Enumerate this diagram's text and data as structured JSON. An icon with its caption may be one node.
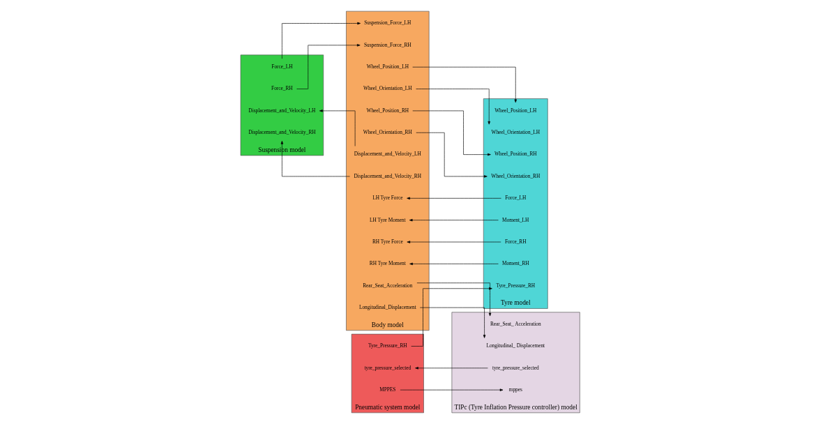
{
  "diagram": {
    "nodes": [
      {
        "text": [
          "Suspension model"
        ]
      },
      {
        "text": [
          "Force_LH"
        ],
        "in": 0
      },
      {
        "text": [
          "Force_RH"
        ],
        "in": 0
      },
      {
        "text": [
          "Displacement_and_Velocity_LH"
        ],
        "in": 0
      },
      {
        "text": [
          "Displacement_and_Velocity_RH"
        ],
        "in": 0
      },
      {
        "text": [
          "Body model"
        ]
      },
      {
        "text": [
          "Suspension_Force_LH"
        ],
        "in": 5
      },
      {
        "text": [
          "Suspension_Force_RH"
        ],
        "in": 5
      },
      {
        "text": [
          "LH Tyre Force"
        ],
        "in": 5
      },
      {
        "text": [
          "LH Tyre Moment"
        ],
        "in": 5
      },
      {
        "text": [
          "RH Tyre Force"
        ],
        "in": 5
      },
      {
        "text": [
          "RH Tyre Moment"
        ],
        "in": 5
      },
      {
        "text": [
          "Displacement_and_Velocity_LH"
        ],
        "in": 5
      },
      {
        "text": [
          "Displacement_and_Velocity_RH"
        ],
        "in": 5
      },
      {
        "text": [
          "Wheel_Position_LH"
        ],
        "in": 5
      },
      {
        "text": [
          "Wheel_Orientation_LH"
        ],
        "in": 5
      },
      {
        "text": [
          "Wheel_Position_RH"
        ],
        "in": 5
      },
      {
        "text": [
          "Wheel_Orientation_RH"
        ],
        "in": 5
      },
      {
        "text": [
          "Rear_Seat_Acceleration"
        ],
        "in": 5
      },
      {
        "text": [
          "Longitudinal_Displacement"
        ],
        "in": 5
      },
      {
        "text": [
          "Tyre model"
        ]
      },
      {
        "text": [
          "Wheel_Position_LH"
        ],
        "in": 20
      },
      {
        "text": [
          "Wheel_Orientation_LH"
        ],
        "in": 20
      },
      {
        "text": [
          "Wheel_Position_RH"
        ],
        "in": 20
      },
      {
        "text": [
          "Wheel_Orientation_RH"
        ],
        "in": 20
      },
      {
        "text": [
          "Tyre_Pressure_RH"
        ],
        "in": 20
      },
      {
        "text": [
          "Force_LH"
        ],
        "in": 20
      },
      {
        "text": [
          "Moment_LH"
        ],
        "in": 20
      },
      {
        "text": [
          "Force_RH"
        ],
        "in": 20
      },
      {
        "text": [
          "Moment_RH"
        ],
        "in": 20
      },
      {
        "text": [
          "Pneumatic system model"
        ]
      },
      {
        "text": [
          "tyre_pressure_selected"
        ],
        "in": 30
      },
      {
        "text": [
          "MPPES"
        ],
        "in": 30
      },
      {
        "text": [
          "Tyre_Pressure_RH"
        ],
        "in": 30
      },
      {
        "text": [
          "TIPc (Tyre Inflation Pressure controller) model"
        ]
      },
      {
        "text": [
          "mppes"
        ],
        "in": 34
      },
      {
        "text": [
          "Rear_Seat_ Acceleration"
        ],
        "in": 34
      },
      {
        "text": [
          "Longitudinal_ Displacement"
        ],
        "in": 34
      },
      {
        "text": [
          "tyre_pressure_selected"
        ],
        "in": 34
      }
    ],
    "edges": [
      {
        "from": 1,
        "to": 6,
        "arrow": "to"
      },
      {
        "from": 2,
        "to": 7,
        "arrow": "to"
      },
      {
        "from": 12,
        "to": 3,
        "arrow": "to"
      },
      {
        "from": 13,
        "to": 4,
        "arrow": "to"
      },
      {
        "from": 14,
        "to": 21,
        "arrow": "to"
      },
      {
        "from": 15,
        "to": 22,
        "arrow": "to"
      },
      {
        "from": 16,
        "to": 23,
        "arrow": "to"
      },
      {
        "from": 17,
        "to": 24,
        "arrow": "to"
      },
      {
        "from": 26,
        "to": 8,
        "arrow": "to"
      },
      {
        "from": 27,
        "to": 9,
        "arrow": "to"
      },
      {
        "from": 28,
        "to": 10,
        "arrow": "to"
      },
      {
        "from": 29,
        "to": 11,
        "arrow": "to"
      },
      {
        "from": 33,
        "to": 25,
        "arrow": "to"
      },
      {
        "from": 32,
        "to": 35,
        "arrow": "to"
      },
      {
        "from": 18,
        "to": 36,
        "arrow": "to"
      },
      {
        "from": 19,
        "to": 37,
        "arrow": "to"
      },
      {
        "from": 38,
        "to": 31,
        "arrow": "to"
      }
    ]
  }
}
